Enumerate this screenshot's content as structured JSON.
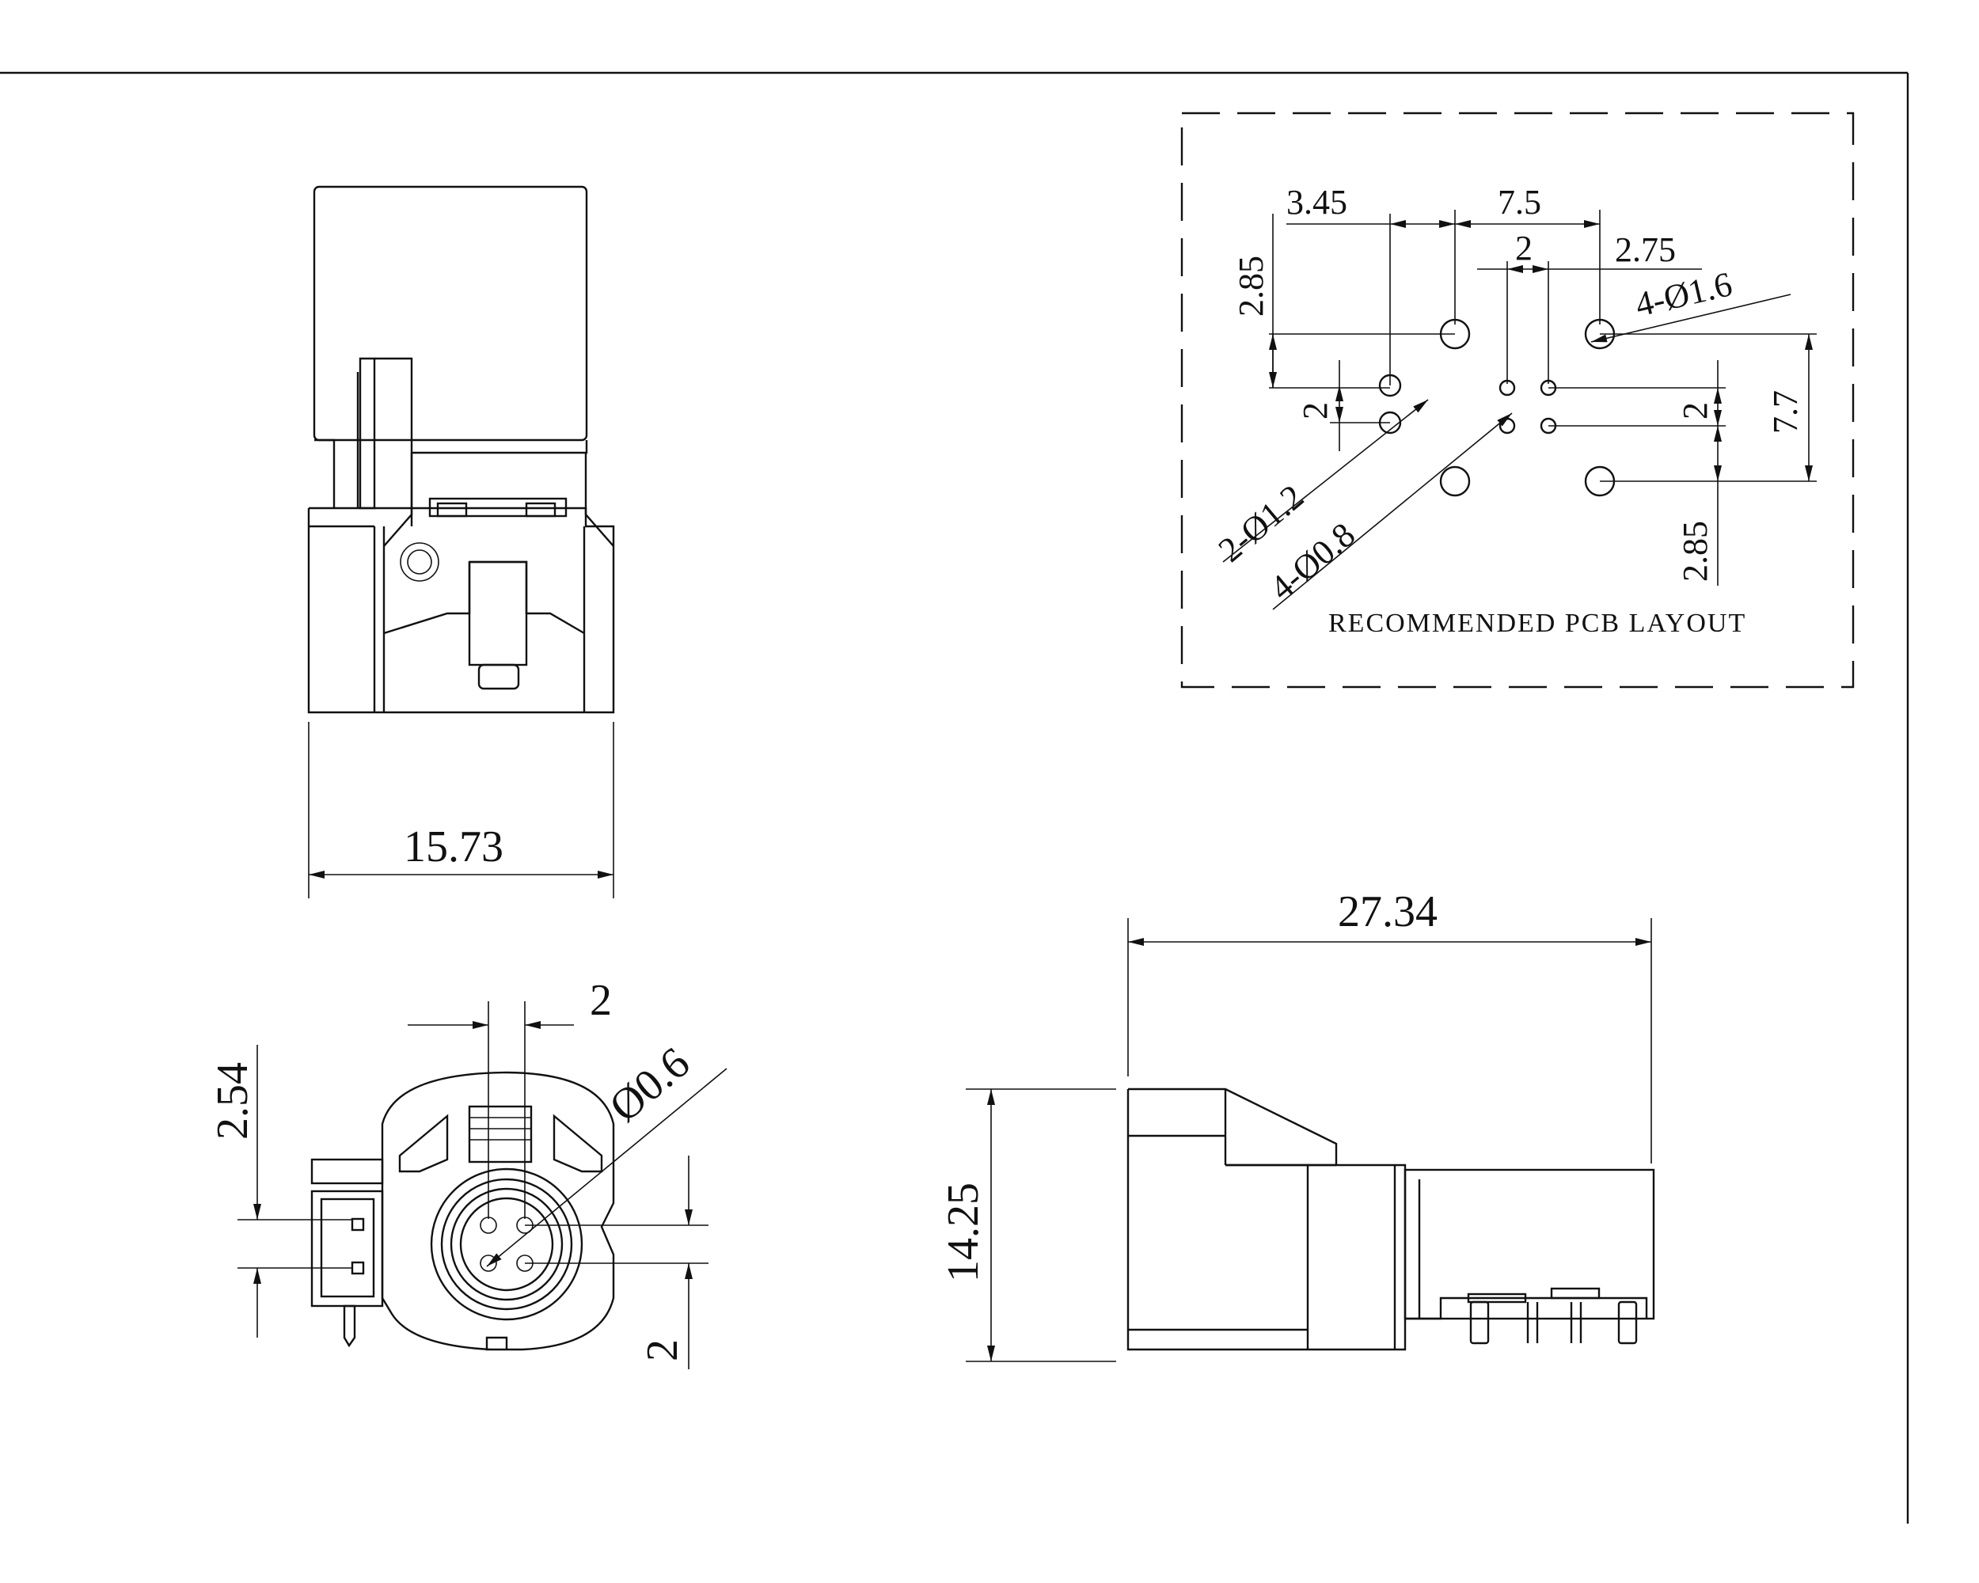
{
  "pcb_layout": {
    "caption": "RECOMMENDED PCB LAYOUT",
    "dims": {
      "d345": "3.45",
      "d75": "7.5",
      "d2_top": "2",
      "d275": "2.75",
      "d285_left": "2.85",
      "d2_left": "2",
      "d2_right": "2",
      "d77": "7.7",
      "d285_right": "2.85",
      "hole_16": "4-Ø1.6",
      "hole_12": "2-Ø1.2",
      "hole_08": "4-Ø0.8"
    }
  },
  "top_view": {
    "width_dim": "15.73"
  },
  "side_view": {
    "length_dim": "27.34",
    "height_dim": "14.25"
  },
  "front_view": {
    "pin_pitch_top": "2",
    "pin_diameter": "Ø0.6",
    "pitch_left": "2.54",
    "pitch_right": "2"
  },
  "colors": {
    "line": "#111111",
    "background": "#ffffff"
  }
}
